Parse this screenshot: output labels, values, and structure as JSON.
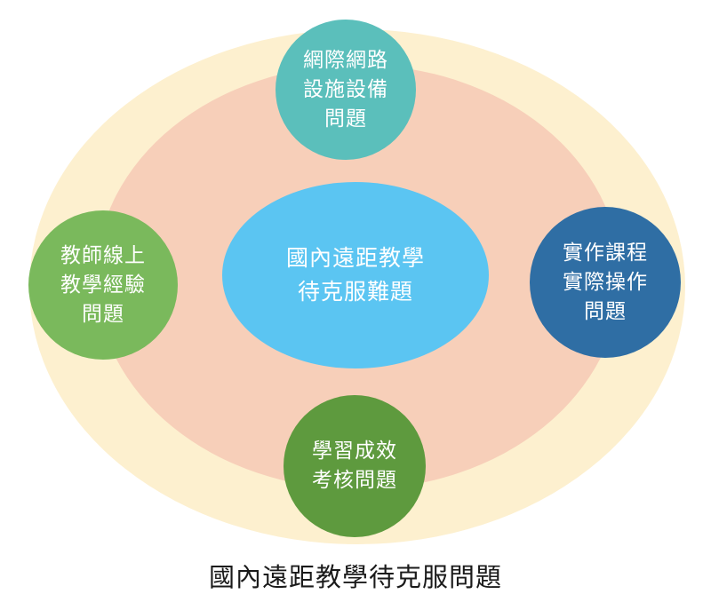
{
  "diagram": {
    "center": {
      "lines": [
        "國內遠距教學",
        "待克服難題"
      ]
    },
    "top": {
      "lines": [
        "網際網路",
        "設施設備",
        "問題"
      ]
    },
    "left": {
      "lines": [
        "教師線上",
        "教學經驗",
        "問題"
      ]
    },
    "right": {
      "lines": [
        "實作課程",
        "實際操作",
        "問題"
      ]
    },
    "bottom": {
      "lines": [
        "學習成效",
        "考核問題"
      ]
    },
    "caption": "國內遠距教學待克服問題"
  },
  "colors": {
    "outer_ellipse": "#fdf0cf",
    "inner_ellipse": "#f7cfb9",
    "center": "#5bc5f2",
    "top": "#5bbfbb",
    "left": "#7ab95c",
    "right": "#2f6ea4",
    "bottom": "#5e9a3e"
  }
}
